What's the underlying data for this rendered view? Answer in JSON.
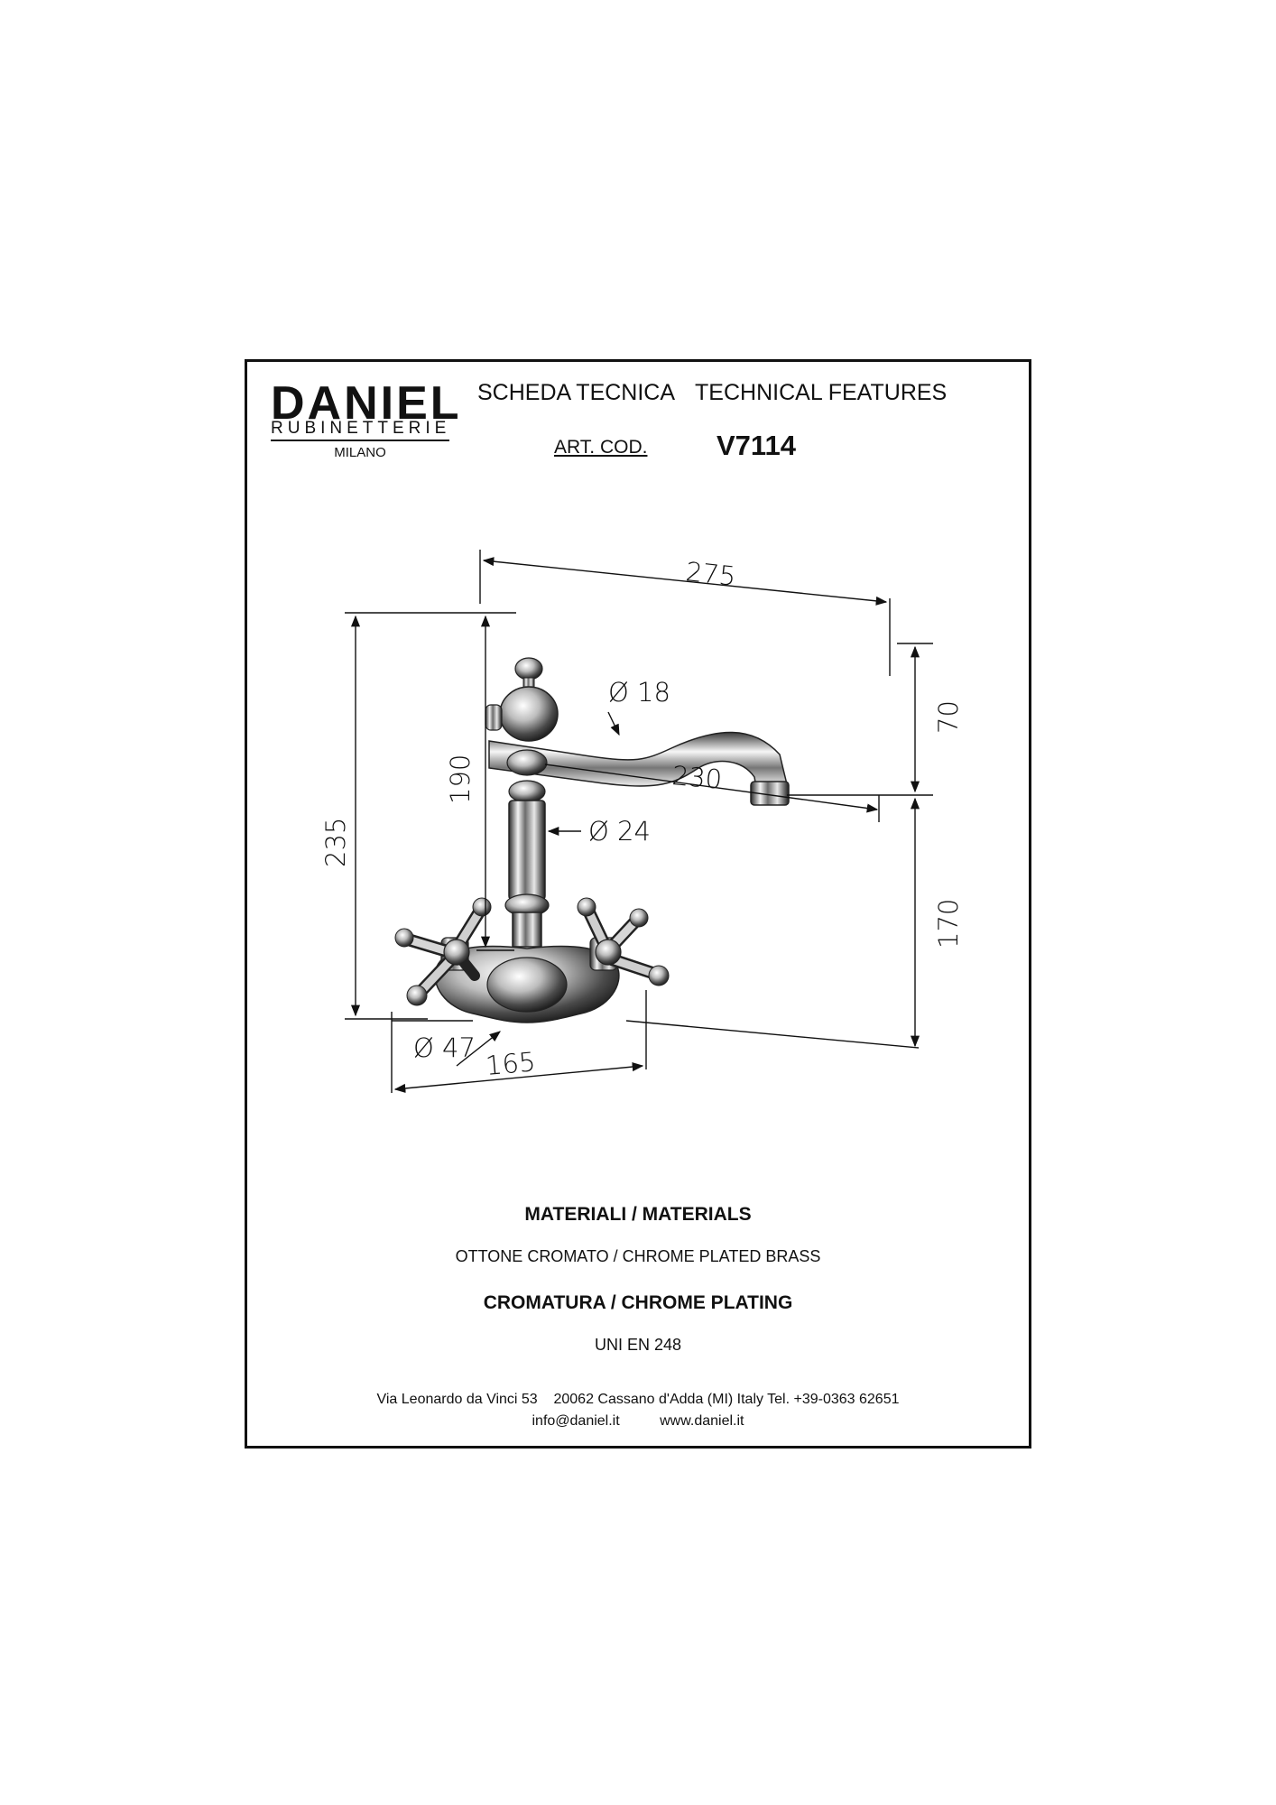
{
  "logo": {
    "brand": "DANIEL",
    "sub": "RUBINETTERIE",
    "city": "MILANO"
  },
  "header": {
    "title_it": "SCHEDA TECNICA",
    "title_en": "TECHNICAL FEATURES",
    "art_label": "ART. COD.",
    "art_code": "V7114"
  },
  "drawing": {
    "dim_275": "275",
    "dim_d18": "Ø 18",
    "dim_70": "70",
    "dim_230": "230",
    "dim_190": "190",
    "dim_235": "235",
    "dim_d24": "Ø 24",
    "dim_170": "170",
    "dim_d47": "Ø 47",
    "dim_165": "165"
  },
  "materials": {
    "heading": "MATERIALI / MATERIALS",
    "value": "OTTONE CROMATO  / CHROME PLATED BRASS"
  },
  "plating": {
    "heading": "CROMATURA / CHROME PLATING",
    "value": "UNI EN 248"
  },
  "footer": {
    "address": "Via Leonardo da Vinci 53    20062 Cassano d'Adda (MI) Italy Tel. +39-0363 62651",
    "contact": "info@daniel.it          www.daniel.it"
  }
}
